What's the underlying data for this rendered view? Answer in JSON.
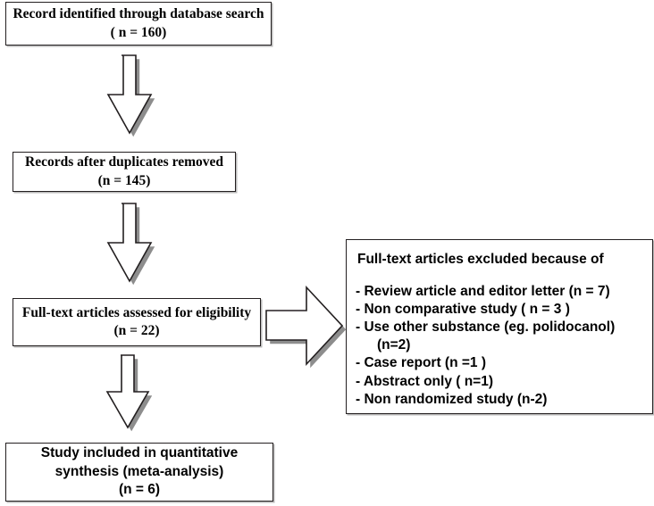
{
  "diagram": {
    "type": "prisma-flow-diagram",
    "boxes": {
      "identified": {
        "line1": "Record identified through database search",
        "line2": "( n = 160)"
      },
      "duplicates": {
        "line1": "Records after duplicates removed",
        "line2": "(n = 145)"
      },
      "eligibility": {
        "line1": "Full-text articles assessed for eligibility",
        "line2": "(n = 22)"
      },
      "included": {
        "line1": "Study included in quantitative",
        "line2": "synthesis (meta-analysis)",
        "line3": "(n = 6)"
      },
      "excluded": {
        "heading": "Full-text articles excluded because of",
        "items": [
          "- Review article and editor letter (n = 7)",
          "-   Non comparative study ( n = 3 )",
          "-   Use other substance (eg. polidocanol)",
          "(n=2)",
          "- Case report (n =1 )",
          "- Abstract only ( n=1)",
          "- Non randomized study (n-2)"
        ]
      }
    },
    "arrows": {
      "identified_to_duplicates": "down-arrow",
      "duplicates_to_eligibility": "down-arrow",
      "eligibility_to_included": "down-arrow",
      "eligibility_to_excluded": "right-arrow"
    },
    "colors": {
      "border": "#231f20",
      "background": "#ffffff",
      "text": "#000000",
      "shadow": "#8d8d8d"
    }
  }
}
